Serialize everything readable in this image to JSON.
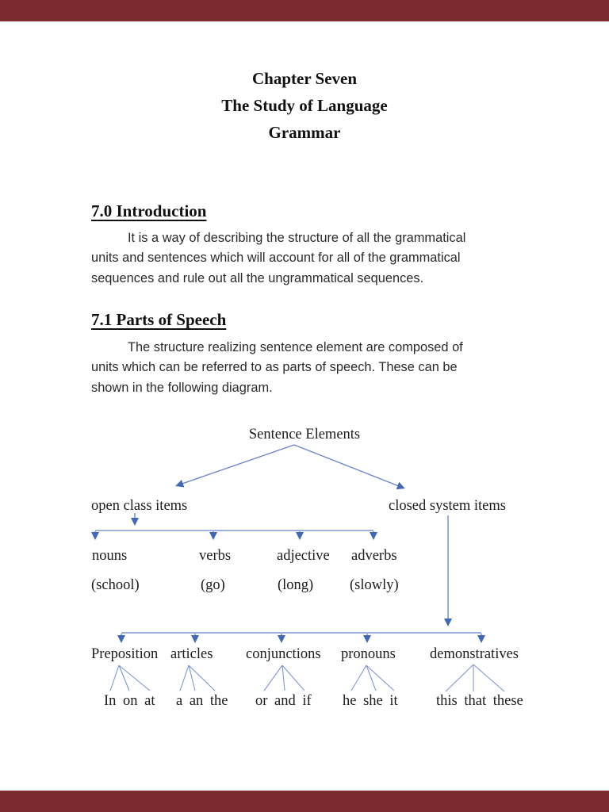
{
  "document": {
    "title_lines": [
      "Chapter Seven",
      "The Study of Language",
      "Grammar"
    ],
    "sections": [
      {
        "heading": "7.0 Introduction",
        "lines": [
          "It is a way of describing the structure of all the grammatical",
          "units and sentences which will account for all of the grammatical",
          "sequences and rule out all the ungrammatical sequences."
        ]
      },
      {
        "heading": "7.1 Parts of Speech",
        "lines": [
          "The structure realizing sentence element are composed of",
          "units which can be referred to as parts of speech. These can be",
          "shown in the following diagram."
        ]
      }
    ]
  },
  "diagram": {
    "root_label": "Sentence Elements",
    "left_branch_label": "open class items",
    "right_branch_label": "closed system items",
    "open_class_items": [
      {
        "label": "nouns",
        "example": "(school)"
      },
      {
        "label": "verbs",
        "example": "(go)"
      },
      {
        "label": "adjective",
        "example": "(long)"
      },
      {
        "label": "adverbs",
        "example": "(slowly)"
      }
    ],
    "closed_system_items": [
      {
        "label": "Preposition",
        "examples": "In on at"
      },
      {
        "label": "articles",
        "examples": "a an the"
      },
      {
        "label": "conjunctions",
        "examples": "or and if"
      },
      {
        "label": "pronouns",
        "examples": "he she it"
      },
      {
        "label": "demonstratives",
        "examples": "this that these"
      }
    ]
  },
  "colors": {
    "viewer_bar": "#7b2b2f",
    "connector_line": "#6384c9",
    "connector_head": "#4169b8",
    "fan_line": "#7d97d4",
    "text": "#1c1c1c"
  }
}
